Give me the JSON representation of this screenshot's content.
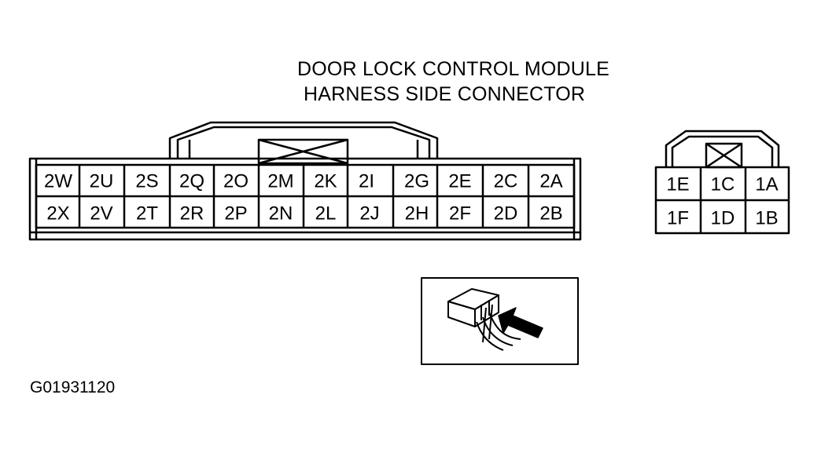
{
  "title": {
    "line1": "DOOR LOCK CONTROL MODULE",
    "line2": "HARNESS SIDE CONNECTOR"
  },
  "figure_id": "G01931120",
  "connector_2": {
    "top_row": [
      "2W",
      "2U",
      "2S",
      "2Q",
      "2O",
      "2M",
      "2K",
      "2I",
      "2G",
      "2E",
      "2C",
      "2A"
    ],
    "bottom_row": [
      "2X",
      "2V",
      "2T",
      "2R",
      "2P",
      "2N",
      "2L",
      "2J",
      "2H",
      "2F",
      "2D",
      "2B"
    ]
  },
  "connector_1": {
    "top_row": [
      "1E",
      "1C",
      "1A"
    ],
    "bottom_row": [
      "1F",
      "1D",
      "1B"
    ]
  },
  "inset_icon": "connector-probe-icon"
}
